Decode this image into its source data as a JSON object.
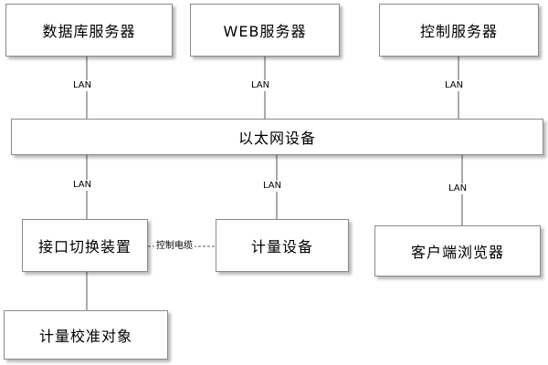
{
  "nodes": {
    "database_server": "数据库服务器",
    "web_server": "WEB服务器",
    "control_server": "控制服务器",
    "ethernet_device": "以太网设备",
    "interface_switch": "接口切换装置",
    "metering_device": "计量设备",
    "client_browser": "客户端浏览器",
    "calibration_object": "计量校准对象"
  },
  "links": {
    "lan": "LAN",
    "control_cable": "控制电缆"
  },
  "colors": {
    "line": "#555555",
    "box_border": "#8a8a8a",
    "text": "#000000"
  }
}
